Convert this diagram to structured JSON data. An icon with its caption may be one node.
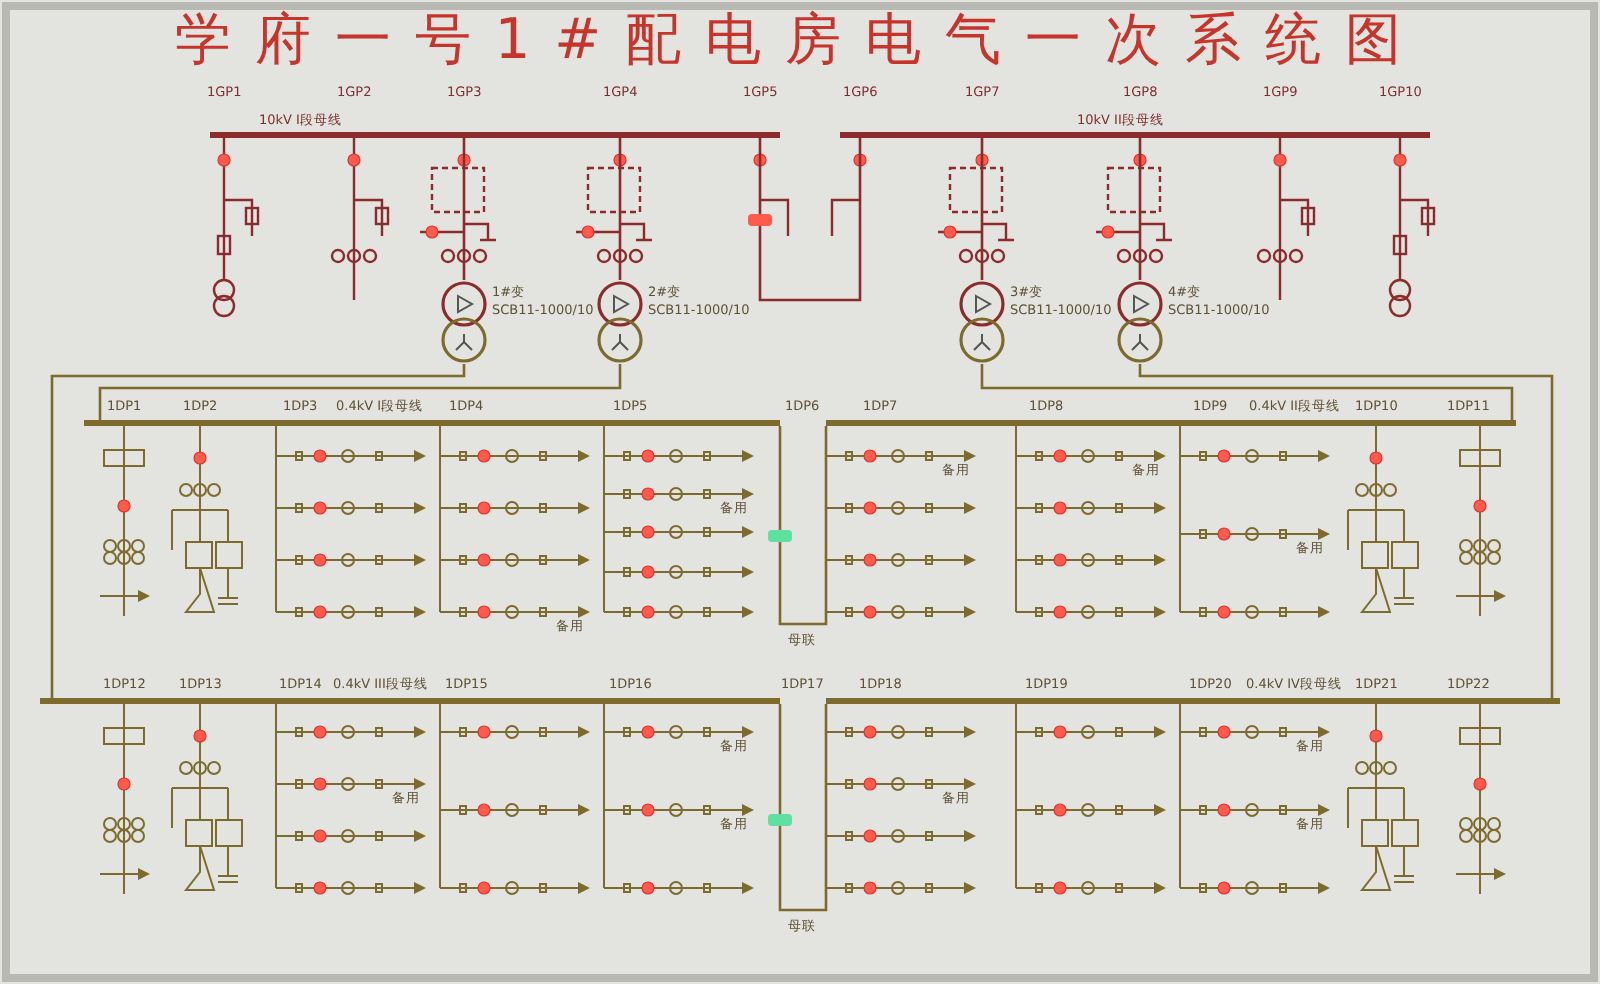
{
  "diagram": {
    "title": "学府一号1#配电房电气一次系统图",
    "nodes": [
      {
        "text": [],
        "shape": "bar"
      },
      {
        "text": [],
        "shape": "bar"
      },
      {
        "text": [],
        "shape": "circle",
        "beside": [
          "1#变",
          "SCB11-1000/10"
        ]
      },
      {
        "text": [],
        "shape": "circle",
        "beside": [
          "2#变",
          "SCB11-1000/10"
        ]
      },
      {
        "text": [],
        "shape": "circle",
        "beside": [
          "3#变",
          "SCB11-1000/10"
        ]
      },
      {
        "text": [],
        "shape": "circle",
        "beside": [
          "4#变",
          "SCB11-1000/10"
        ]
      },
      {
        "text": [],
        "shape": "bar"
      },
      {
        "text": [],
        "shape": "bar"
      },
      {
        "text": [],
        "shape": "bar"
      },
      {
        "text": [],
        "shape": "bar"
      }
    ],
    "edges": [
      {
        "from": 0,
        "to": 2,
        "arrow": "none",
        "color": "#8b2b2b"
      },
      {
        "from": 0,
        "to": 3,
        "arrow": "none",
        "color": "#8b2b2b"
      },
      {
        "from": 1,
        "to": 4,
        "arrow": "none",
        "color": "#8b2b2b"
      },
      {
        "from": 1,
        "to": 5,
        "arrow": "none",
        "color": "#8b2b2b"
      },
      {
        "from": 2,
        "to": 8,
        "arrow": "none"
      },
      {
        "from": 3,
        "to": 6,
        "arrow": "none"
      },
      {
        "from": 4,
        "to": 7,
        "arrow": "none"
      },
      {
        "from": 5,
        "to": 9,
        "arrow": "none"
      },
      {
        "from": 0,
        "to": 1,
        "arrow": "none",
        "color": "#8b2b2b"
      },
      {
        "from": 6,
        "to": 7,
        "arrow": "none"
      },
      {
        "from": 8,
        "to": 9,
        "arrow": "none"
      }
    ],
    "labels": [
      "1GP1",
      "1GP2",
      "1GP3",
      "1GP4",
      "1GP5",
      "1GP6",
      "1GP7",
      "1GP8",
      "1GP9",
      "1GP10",
      "10kV I段母线",
      "10kV II段母线",
      "1DP1",
      "1DP2",
      "1DP3",
      "1DP4",
      "1DP5",
      "1DP6",
      "1DP7",
      "1DP8",
      "1DP9",
      "1DP10",
      "1DP11",
      "0.4kV I段母线",
      "0.4kV II段母线",
      "备用",
      "备用",
      "备用",
      "备用",
      "备用",
      "母联",
      "1DP12",
      "1DP13",
      "1DP14",
      "1DP15",
      "1DP16",
      "1DP17",
      "1DP18",
      "1DP19",
      "1DP20",
      "1DP21",
      "1DP22",
      "0.4kV III段母线",
      "0.4kV IV段母线",
      "备用",
      "备用",
      "备用",
      "备用",
      "备用",
      "备用",
      "母联"
    ]
  }
}
